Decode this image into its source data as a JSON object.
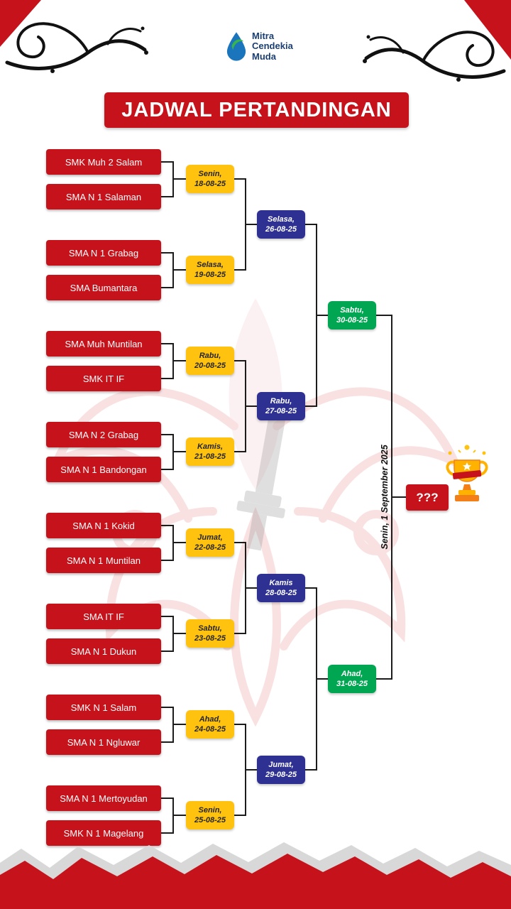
{
  "logo": {
    "lines": [
      "Mitra",
      "Cendekia",
      "Muda"
    ]
  },
  "title": "JADWAL PERTANDINGAN",
  "bracket": {
    "teams": [
      "SMK Muh 2 Salam",
      "SMA N 1 Salaman",
      "SMA N 1 Grabag",
      "SMA Bumantara",
      "SMA Muh Muntilan",
      "SMK IT IF",
      "SMA N 2 Grabag",
      "SMA N 1 Bandongan",
      "SMA N 1 Kokid",
      "SMA N 1 Muntilan",
      "SMA IT IF",
      "SMA N 1 Dukun",
      "SMK N 1 Salam",
      "SMA N 1 Ngluwar",
      "SMA N 1 Mertoyudan",
      "SMK N 1 Magelang"
    ],
    "round1": [
      {
        "day": "Senin,",
        "date": "18-08-25"
      },
      {
        "day": "Selasa,",
        "date": "19-08-25"
      },
      {
        "day": "Rabu,",
        "date": "20-08-25"
      },
      {
        "day": "Kamis,",
        "date": "21-08-25"
      },
      {
        "day": "Jumat,",
        "date": "22-08-25"
      },
      {
        "day": "Sabtu,",
        "date": "23-08-25"
      },
      {
        "day": "Ahad,",
        "date": "24-08-25"
      },
      {
        "day": "Senin,",
        "date": "25-08-25"
      }
    ],
    "round2": [
      {
        "day": "Selasa,",
        "date": "26-08-25"
      },
      {
        "day": "Rabu,",
        "date": "27-08-25"
      },
      {
        "day": "Kamis",
        "date": "28-08-25"
      },
      {
        "day": "Jumat,",
        "date": "29-08-25"
      }
    ],
    "semifinal": [
      {
        "day": "Sabtu,",
        "date": "30-08-25"
      },
      {
        "day": "Ahad,",
        "date": "31-08-25"
      }
    ],
    "final": {
      "schedule": "Senin, 1 September 2025",
      "champion_placeholder": "???"
    }
  },
  "colors": {
    "red": "#C5121B",
    "yellow": "#FFC20E",
    "blue": "#2E3192",
    "green": "#00A651",
    "navy": "#1B3F72"
  }
}
